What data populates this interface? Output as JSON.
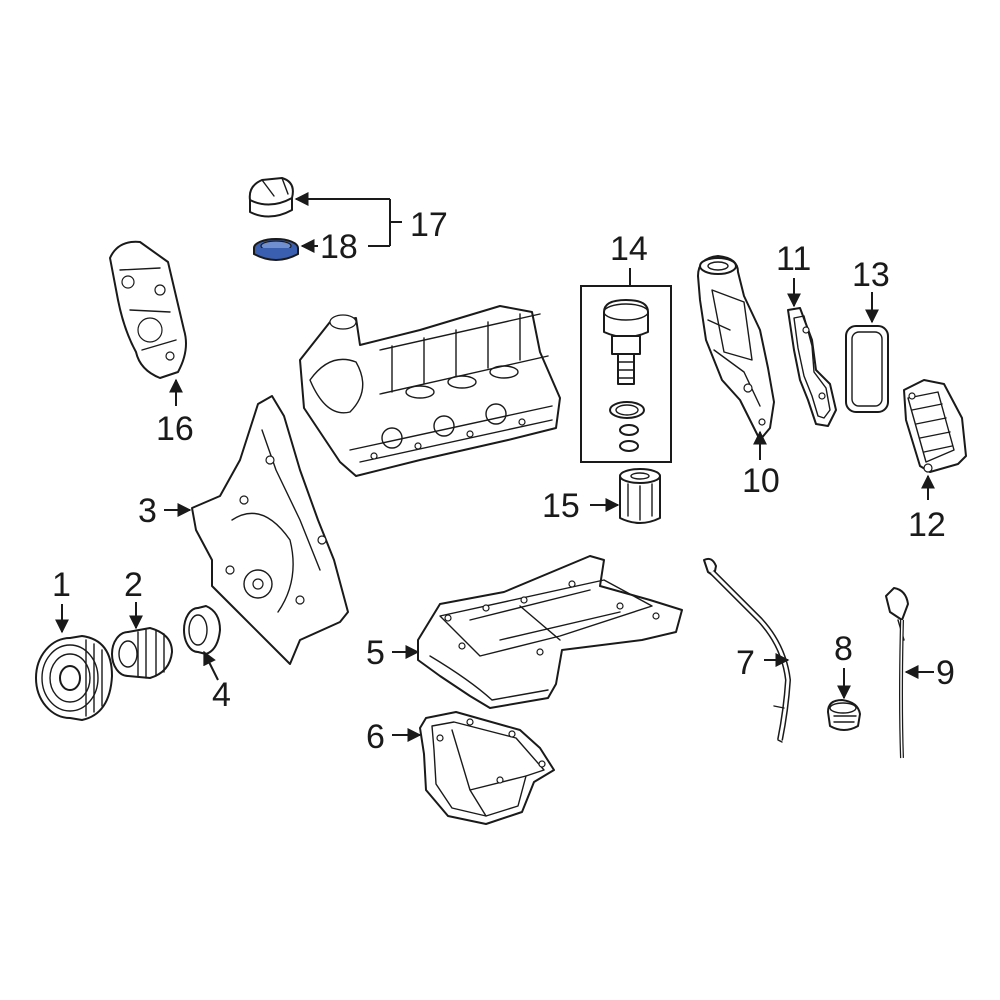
{
  "colors": {
    "line": "#1a1a1a",
    "background": "#ffffff",
    "highlight": "#3a5fb0"
  },
  "highlighted_part": "18",
  "callouts": {
    "c1": "1",
    "c2": "2",
    "c3": "3",
    "c4": "4",
    "c5": "5",
    "c6": "6",
    "c7": "7",
    "c8": "8",
    "c9": "9",
    "c10": "10",
    "c11": "11",
    "c12": "12",
    "c13": "13",
    "c14": "14",
    "c15": "15",
    "c16": "16",
    "c17": "17",
    "c18": "18"
  }
}
